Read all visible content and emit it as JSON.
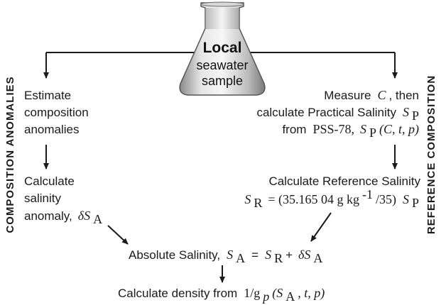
{
  "flask": {
    "line1": "Local",
    "line2": "seawater",
    "line3": "sample"
  },
  "side_labels": {
    "left": "COMPOSITION  ANOMALIES",
    "right": "REFERENCE  COMPOSITION"
  },
  "left_branch": {
    "estimate": [
      "Estimate",
      "composition",
      "anomalies"
    ],
    "calc_line1": "Calculate",
    "calc_line2": "salinity",
    "calc_line3_prefix": "anomaly,",
    "delta_sa": "δS",
    "delta_sa_sub": "A"
  },
  "right_branch": {
    "measure_prefix": "Measure",
    "measure_var": "C",
    "measure_suffix": ", then",
    "sp_line_prefix": "calculate Practical Salinity",
    "sp_symbol": "S",
    "sp_sub": "P",
    "pss_prefix": "from",
    "pss_name": "PSS-78,",
    "pss_args": "(C, t, p)",
    "ref_title": "Calculate Reference Salinity",
    "sr_symbol": "S",
    "sr_sub": "R",
    "sr_formula": "= (35.165 04 g kg",
    "sr_exp": "-1",
    "sr_tail": "/35)"
  },
  "absolute": {
    "label": "Absolute Salinity,",
    "sa": "S",
    "sa_sub": "A",
    "eq": "=",
    "sr": "S",
    "sr_sub": "R",
    "plus": "+",
    "dsa": "δS",
    "dsa_sub": "A"
  },
  "density": {
    "label": "Calculate density from",
    "g": "1/g",
    "g_sub": "p",
    "args_open": "(S",
    "args_sub": "A",
    "args_close": ", t, p)"
  }
}
